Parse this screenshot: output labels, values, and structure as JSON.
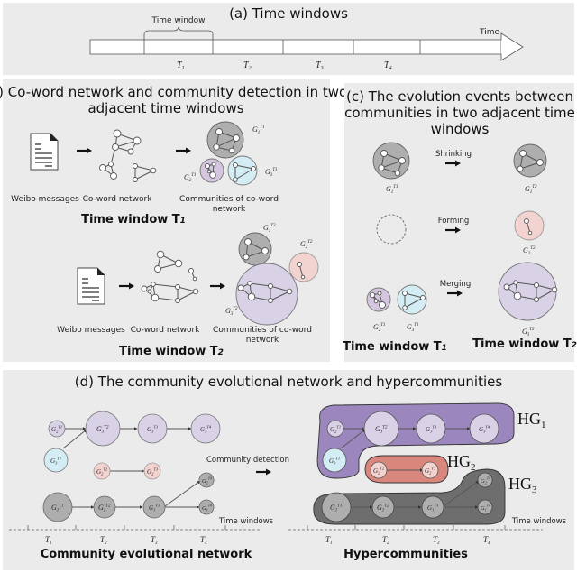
{
  "panels": {
    "a": {
      "title": "(a) Time windows",
      "brace_label": "Time window",
      "axis_label": "Time",
      "windows": [
        "T1",
        "T2",
        "T3",
        "T4"
      ]
    },
    "b": {
      "title_line1": "(b) Co-word network and community detection in two",
      "title_line2": "adjacent time windows",
      "weibo_label": "Weibo messages",
      "coword_label": "Co-word network",
      "communities_line1": "Communities of co-word",
      "communities_line2": "network",
      "tw1": "Time window T",
      "tw1_sub": "1",
      "tw2": "Time window T",
      "tw2_sub": "2",
      "t1_communities": [
        "G1^T1",
        "G2^T1",
        "G3^T1"
      ],
      "t2_communities": [
        "G1^T2",
        "G2^T2",
        "G3^T2"
      ]
    },
    "c": {
      "title_line1": "(c) The evolution events between",
      "title_line2": "communities in two adjacent time",
      "title_line3": "windows",
      "events": [
        {
          "name": "Shrinking",
          "from": [
            "G1^T1"
          ],
          "to": "G1^T2"
        },
        {
          "name": "Forming",
          "from": [],
          "to": "G2^T2"
        },
        {
          "name": "Merging",
          "from": [
            "G2^T1",
            "G3^T1"
          ],
          "to": "G3^T2"
        }
      ],
      "tw1": "Time window T",
      "tw1_sub": "1",
      "tw2": "Time window T",
      "tw2_sub": "2"
    },
    "d": {
      "title": "(d) The community evolutional network and hypercommunities",
      "community_detection": "Community detection",
      "time_windows_label": "Time windows",
      "left_caption": "Community evolutional network",
      "right_caption": "Hypercommunities",
      "axis_ticks": [
        "T1",
        "T2",
        "T3",
        "T4"
      ],
      "hypercommunities": [
        {
          "label": "HG",
          "sub": "1",
          "members": [
            "G2^T1",
            "G3^T1",
            "G3^T2",
            "G3^T3",
            "G3^T4"
          ],
          "color": "#9b86bd"
        },
        {
          "label": "HG",
          "sub": "2",
          "members": [
            "G2^T2",
            "G2^T3"
          ],
          "color": "#d9877c"
        },
        {
          "label": "HG",
          "sub": "3",
          "members": [
            "G1^T1",
            "G1^T2",
            "G1^T3",
            "G2^T4",
            "G1^T4"
          ],
          "color": "#6e6e6e"
        }
      ]
    }
  },
  "colors": {
    "panel_bg": "#ebebeb",
    "gray_community": "#aeaeae",
    "purple_community": "#d9d1e6",
    "blue_community": "#d4ecf3",
    "pink_community": "#f3d3cf"
  }
}
